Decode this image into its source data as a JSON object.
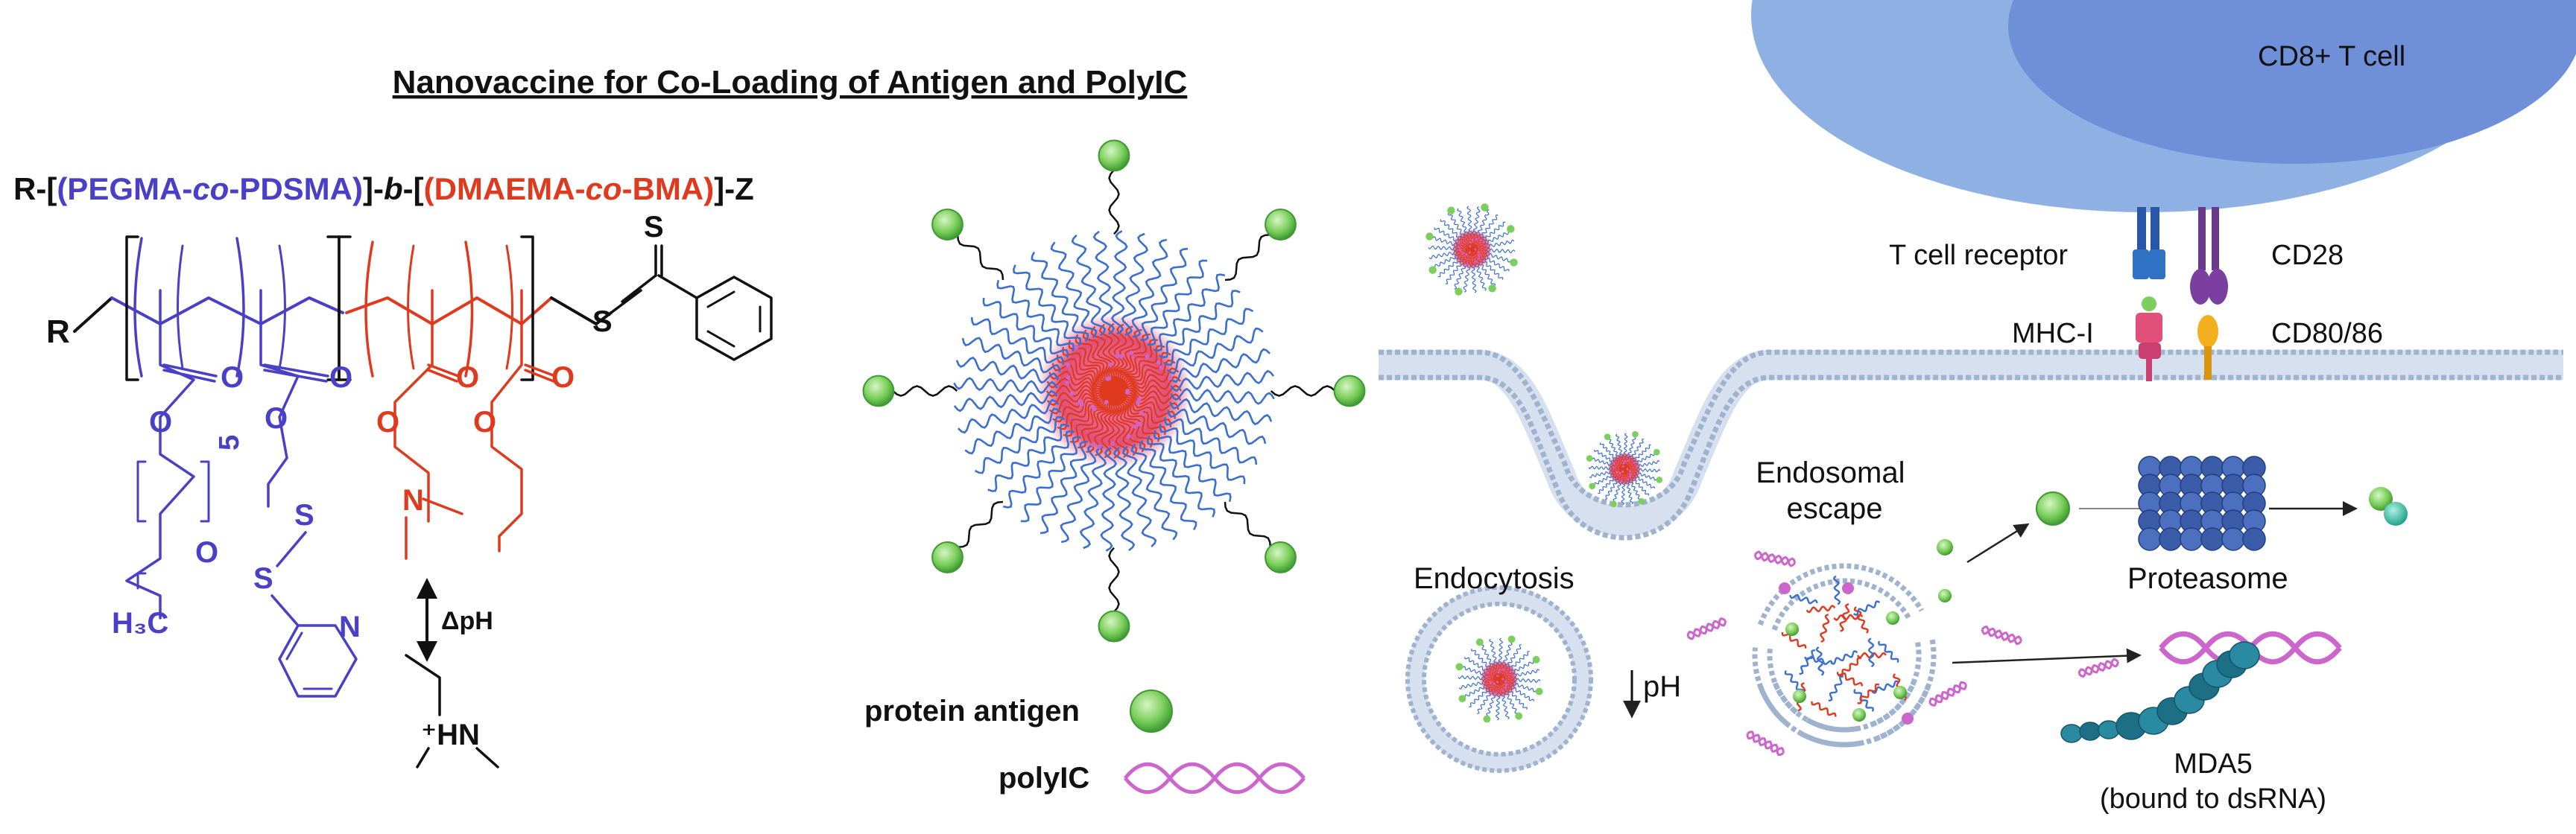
{
  "title": "Nanovaccine for Co-Loading of Antigen and PolyIC",
  "formula": {
    "prefix": "R-[",
    "block1": "(PEGMA-",
    "co1": "co",
    "block1_end": "-PDSMA)",
    "mid1": "]-",
    "b": "b",
    "mid2": "-[",
    "block2": "(DMAEMA-",
    "co2": "co",
    "block2_end": "-BMA)",
    "suffix": "]-Z"
  },
  "structure": {
    "r_label": "R",
    "s_thio": "S",
    "s_link": "S",
    "o": "O",
    "n": "N",
    "sub5": "5",
    "h3c": "H₃C",
    "delta_ph": "ΔpH",
    "hn_plus": "⁺HN"
  },
  "legend": {
    "antigen_label": "protein antigen",
    "polyic_label": "polyIC"
  },
  "cell": {
    "cd8_label": "CD8+ T cell",
    "tcr_label": "T cell receptor",
    "cd28_label": "CD28",
    "mhc_label": "MHC-I",
    "cd80_label": "CD80/86",
    "endocytosis_label": "Endocytosis",
    "endosomal_escape_label": "Endosomal escape",
    "endosomal_line1": "Endosomal",
    "endosomal_line2": "escape",
    "ph_label": "pH",
    "proteasome_label": "Proteasome",
    "mda5_label": "MDA5",
    "mda5_sub": "(bound to dsRNA)"
  },
  "colors": {
    "blue": "#4a40c8",
    "red": "#e03a1e",
    "green": "#7ccf5c",
    "pink": "#cc66cc",
    "membrane": "#9fb3cf",
    "cell_outer": "#8fb0e3",
    "cell_inner": "#6f8fd8"
  }
}
